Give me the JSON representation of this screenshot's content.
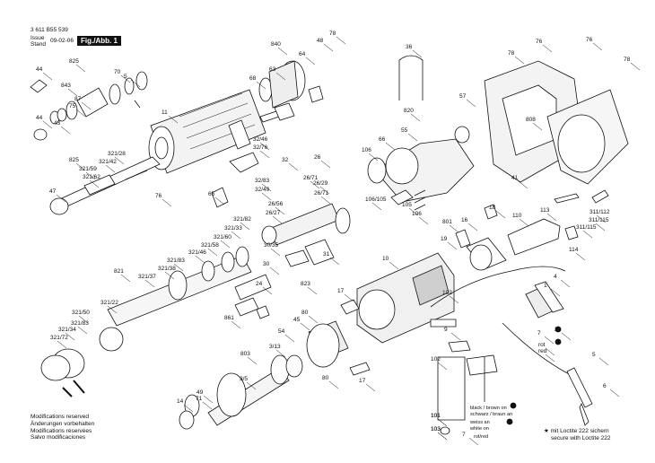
{
  "header": {
    "doc_number": "3 611 B55 539",
    "issue_label": "Issue",
    "stand_label": "Stand",
    "date": "09-02-06",
    "figure_label": "Fig./Abb. 1"
  },
  "part_numbers": [
    "44",
    "825",
    "843",
    "87",
    "75",
    "70",
    "5",
    "44",
    "43",
    "840",
    "63",
    "68",
    "64",
    "48",
    "78",
    "36",
    "78",
    "76",
    "76",
    "78",
    "57",
    "808",
    "11",
    "820",
    "32/46",
    "32/76",
    "66",
    "55",
    "32",
    "26",
    "106",
    "321/28",
    "321/42",
    "825",
    "321/59",
    "321/62",
    "47",
    "76",
    "65",
    "26/71",
    "26/29",
    "26/71",
    "32/83",
    "32/49",
    "106/105",
    "105",
    "106",
    "41",
    "113",
    "110",
    "311/112",
    "311/115",
    "311/115",
    "114",
    "26/56",
    "26/27",
    "321/82",
    "321/33",
    "321/60",
    "321/58",
    "321/46",
    "321/83",
    "321/38",
    "321/37",
    "821",
    "801",
    "16",
    "18",
    "19",
    "30/35",
    "31",
    "30",
    "24",
    "823",
    "10",
    "321/22",
    "321/50",
    "321/83",
    "321/34",
    "321/72",
    "861",
    "17",
    "80",
    "45",
    "54",
    "3/13",
    "1",
    "4",
    "102",
    "803",
    "3/5",
    "49",
    "71",
    "14",
    "2",
    "9",
    "17",
    "80",
    "101",
    "103",
    "7",
    "rot",
    "red",
    "102",
    "101",
    "103",
    "7",
    "5",
    "6"
  ],
  "callouts": {
    "black_brown": "black / brown on",
    "schwarz_braun": "schwarz / braun an",
    "weiss": "weiss an",
    "white": "white on",
    "rot_red": "rot/red",
    "num2": "2",
    "num1": "1",
    "num6": "6"
  },
  "notes": [
    "Modifications reserved",
    "Änderungen vorbehalten",
    "Modifications réservées",
    "Salvo modificaciones"
  ],
  "loctite": {
    "line1": "mit Loctite 222 sichern",
    "line2": "secure with Loctite 222"
  },
  "colors": {
    "ink": "#111111",
    "paper": "#ffffff",
    "shade": "#d9d9d9"
  }
}
